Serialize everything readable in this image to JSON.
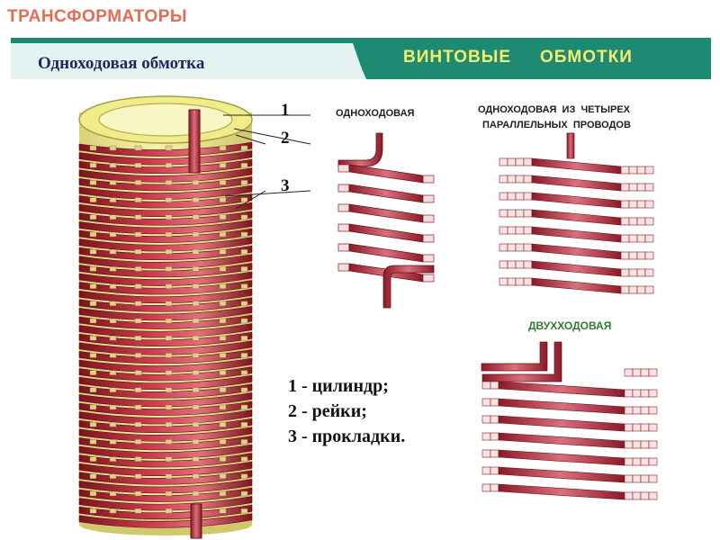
{
  "header": {
    "title": "ТРАНСФОРМАТОРЫ"
  },
  "banner": {
    "subtitle": "Одноходовая обмотка",
    "section_word1": "ВИНТОВЫЕ",
    "section_word2": "ОБМОТКИ"
  },
  "diagrams": {
    "single": "ОДНОХОДОВАЯ",
    "four_line1": "ОДНОХОДОВАЯ  ИЗ  ЧЕТЫРЕХ",
    "four_line2": "ПАРАЛЛЕЛЬНЫХ  ПРОВОДОВ",
    "double": "ДВУХХОДОВАЯ"
  },
  "callouts": [
    "1",
    "2",
    "3"
  ],
  "legend": [
    "1 - цилиндр;",
    "2 - рейки;",
    "3 - прокладки."
  ],
  "colors": {
    "banner": "#1f8a74",
    "coil": "#b02a3a",
    "cylinder": "#f3ef8c",
    "spacer": "#e6c98a"
  }
}
